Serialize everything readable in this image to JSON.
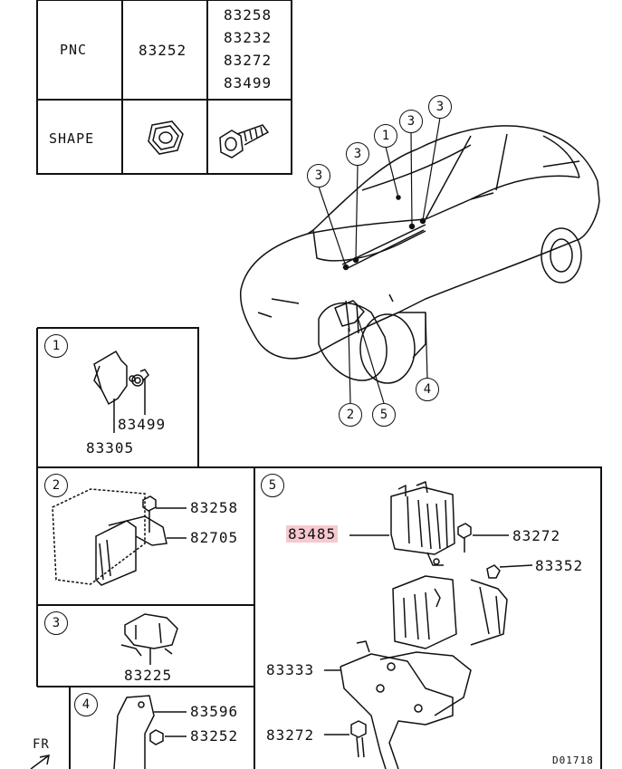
{
  "table": {
    "pnc_header": "PNC",
    "shape_header": "SHAPE",
    "pnc_col1": "83252",
    "pnc_col2": [
      "83258",
      "83232",
      "83272",
      "83499"
    ]
  },
  "vehicle_callouts": [
    "3",
    "3",
    "1",
    "3",
    "3",
    "4",
    "2",
    "5"
  ],
  "detail_1": {
    "num": "1",
    "parts": [
      "83499",
      "83305"
    ]
  },
  "detail_2": {
    "num": "2",
    "parts": [
      "83258",
      "82705"
    ]
  },
  "detail_3": {
    "num": "3",
    "parts": [
      "83225"
    ]
  },
  "detail_4": {
    "num": "4",
    "parts": [
      "83596",
      "83252"
    ]
  },
  "detail_5": {
    "num": "5",
    "highlighted_part": "83485",
    "highlight_color": "#f6c9cf",
    "parts": [
      "83272",
      "83352",
      "83333",
      "83272"
    ]
  },
  "direction_label": "FR",
  "drawing_code": "D01718"
}
